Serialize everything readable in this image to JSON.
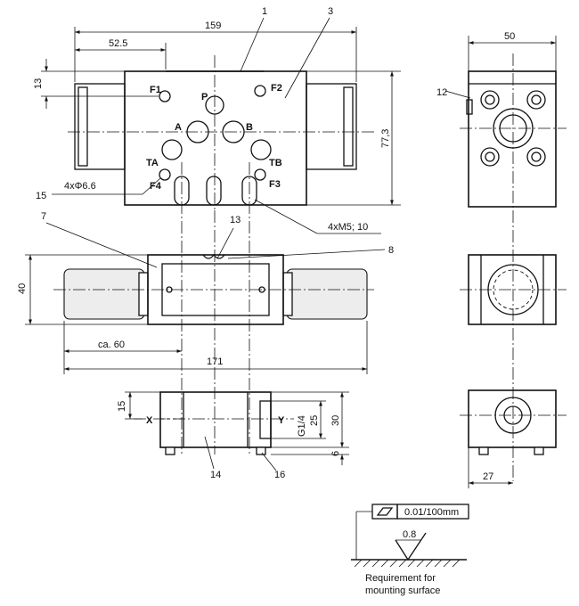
{
  "top_view": {
    "dim_width": "159",
    "dim_offset": "52.5",
    "dim_top": "13",
    "dim_height": "77,3",
    "port_p": "P",
    "port_a": "A",
    "port_b": "B",
    "port_ta": "TA",
    "port_tb": "TB",
    "hole_f1": "F1",
    "hole_f2": "F2",
    "hole_f3": "F3",
    "hole_f4": "F4",
    "holes_note": "4xΦ6.6",
    "thread_note": "4xM5; 10",
    "callout_1": "1",
    "callout_3": "3",
    "callout_15": "15"
  },
  "front_view": {
    "dim_height": "40",
    "dim_ca": "ca. 60",
    "dim_total": "171",
    "callout_7": "7",
    "callout_8": "8",
    "callout_13": "13"
  },
  "bottom_view": {
    "dim_15": "15",
    "dim_25": "25",
    "dim_30": "30",
    "dim_6": "6",
    "thread": "G1/4",
    "port_x": "X",
    "port_y": "Y",
    "callout_14": "14",
    "callout_16": "16"
  },
  "side_view": {
    "dim_width": "50",
    "dim_27": "27",
    "callout_12": "12"
  },
  "surface": {
    "flatness": "0.01/100mm",
    "roughness": "0.8",
    "req_line1": "Requirement for",
    "req_line2": "mounting surface"
  }
}
